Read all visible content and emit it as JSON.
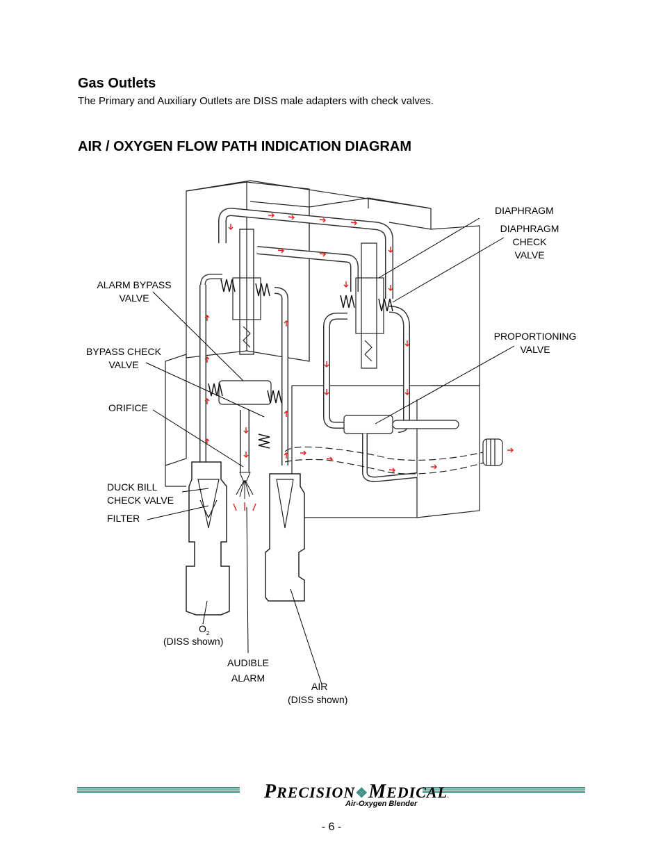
{
  "section": {
    "heading": "Gas Outlets",
    "text": "The Primary and Auxiliary Outlets are DISS male adapters with check valves."
  },
  "diagram": {
    "title": "AIR / OXYGEN FLOW PATH INDICATION DIAGRAM",
    "labels": {
      "diaphragm": "DIAPHRAGM",
      "diaphragm_check_valve": [
        "DIAPHRAGM",
        "CHECK",
        "VALVE"
      ],
      "alarm_bypass_valve": [
        "ALARM BYPASS",
        "VALVE"
      ],
      "proportioning_valve": [
        "PROPORTIONING",
        "VALVE"
      ],
      "bypass_check_valve": [
        "BYPASS CHECK",
        "VALVE"
      ],
      "orifice": "ORIFICE",
      "duck_bill_check_valve": [
        "DUCK BILL",
        "CHECK VALVE"
      ],
      "filter": "FILTER",
      "o2": "O",
      "o2_sub": "2",
      "o2_diss": "(DISS shown)",
      "audible_alarm": [
        "AUDIBLE",
        "ALARM"
      ],
      "air": "AIR",
      "air_diss": "(DISS shown)"
    },
    "arrow_color": "#e0201b"
  },
  "footer": {
    "logo_p": "P",
    "logo_recision": "RECISION",
    "logo_m": "M",
    "logo_edical": "EDICAL",
    "subtitle": "Air-Oxygen Blender",
    "page": "- 6 -"
  }
}
